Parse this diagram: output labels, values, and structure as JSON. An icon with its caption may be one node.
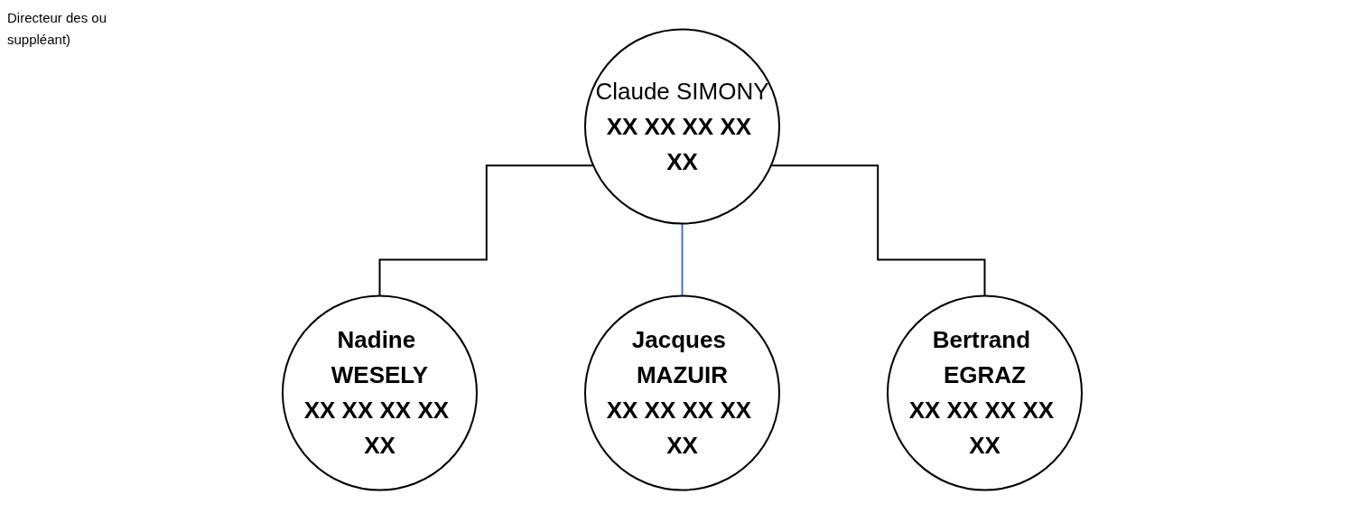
{
  "diagram": {
    "nodes": [
      {
        "text": [
          "Claude SIMONY",
          "XX XX XX XX XX"
        ]
      },
      {
        "text": [
          "Nadine WESELY",
          "XX XX XX XX XX"
        ]
      },
      {
        "text": [
          "Jacques MAZUIR",
          "XX XX XX XX XX"
        ]
      },
      {
        "text": [
          "Bertrand EGRAZ",
          "XX XX XX XX XX"
        ]
      }
    ],
    "edges": [
      {
        "from": 0,
        "to": 1,
        "arrow": "none"
      },
      {
        "from": 0,
        "to": 2,
        "arrow": "none",
        "color": "#4472c4"
      },
      {
        "from": 0,
        "to": 3,
        "arrow": "none"
      }
    ],
    "labels": [
      "Directeur des ou suppléant)"
    ]
  }
}
